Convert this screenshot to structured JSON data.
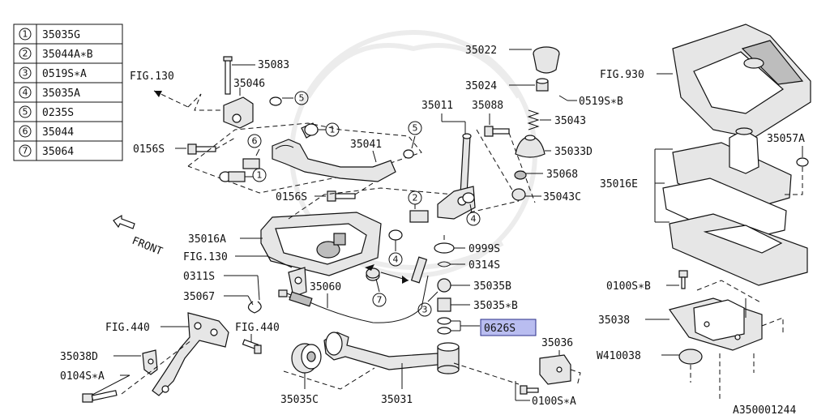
{
  "legend": [
    {
      "num": "1",
      "part": "35035G"
    },
    {
      "num": "2",
      "part": "35044A∗B"
    },
    {
      "num": "3",
      "part": "0519S∗A"
    },
    {
      "num": "4",
      "part": "35035A"
    },
    {
      "num": "5",
      "part": "0235S"
    },
    {
      "num": "6",
      "part": "35044"
    },
    {
      "num": "7",
      "part": "35064"
    }
  ],
  "labels": {
    "fig130_top": "FIG.130",
    "p35083": "35083",
    "p35046": "35046",
    "p0156s_a": "0156S",
    "p0156s_b": "0156S",
    "p35041": "35041",
    "front": "FRONT",
    "p35016a": "35016A",
    "fig130_mid": "FIG.130",
    "p0311s": "0311S",
    "p35060": "35060",
    "p35067": "35067",
    "fig440_a": "FIG.440",
    "fig440_b": "FIG.440",
    "p35038d": "35038D",
    "p0104s": "0104S∗A",
    "p35035c": "35035C",
    "p35031": "35031",
    "p35011": "35011",
    "p35088": "35088",
    "p35022": "35022",
    "p35024": "35024",
    "p0519sb": "0519S∗B",
    "p35043": "35043",
    "p35033d": "35033D",
    "p35068": "35068",
    "p35043c": "35043C",
    "p0999s": "0999S",
    "p0314s": "0314S",
    "p35035b": "35035B",
    "p35035sb": "35035∗B",
    "p0626s": "0626S",
    "p35036": "35036",
    "p0100sa": "0100S∗A",
    "fig930": "FIG.930",
    "p35057a": "35057A",
    "p35016e": "35016E",
    "p0100sb": "0100S∗B",
    "p35038": "35038",
    "pW410038": "W410038",
    "code": "A350001244"
  },
  "callouts": {
    "c1a": "1",
    "c1b": "1",
    "c5a": "5",
    "c5b": "5",
    "c6": "6",
    "c2": "2",
    "c4a": "4",
    "c4b": "4",
    "c7": "7",
    "c3": "3"
  }
}
